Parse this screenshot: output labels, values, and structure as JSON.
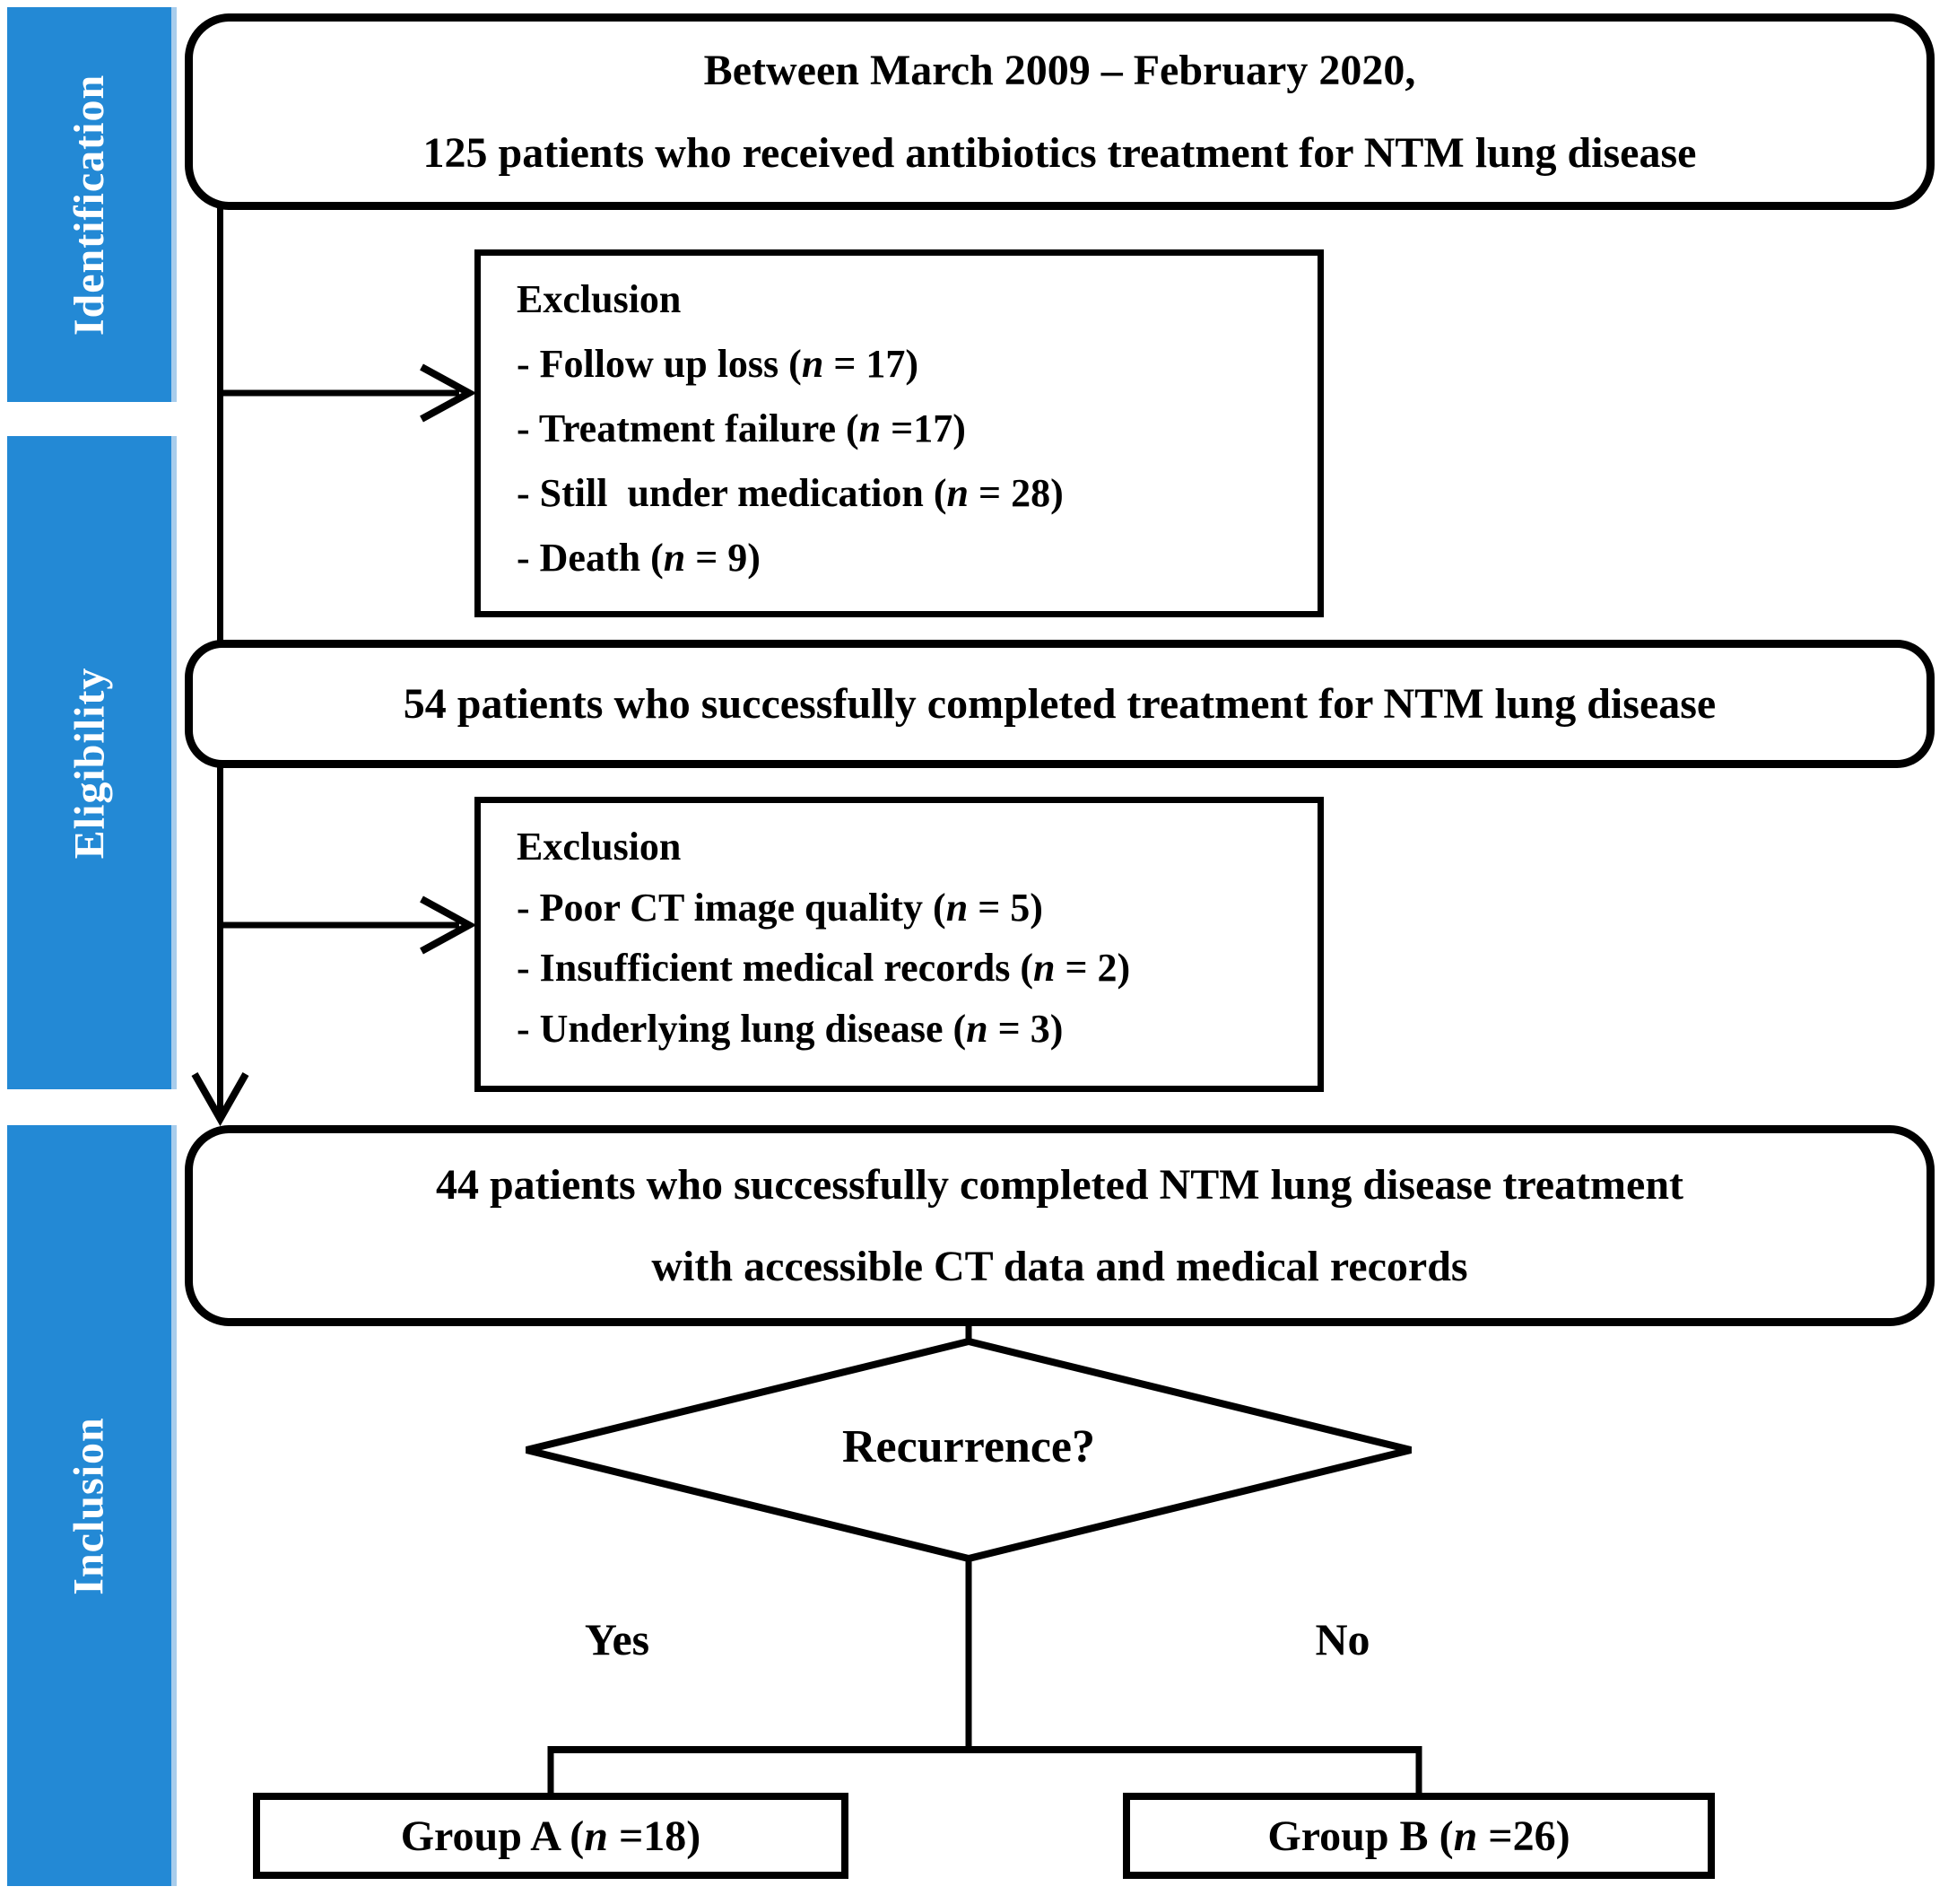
{
  "sidebar": {
    "accent_color": "#2389D5",
    "label_color": "#FFFFFF",
    "bands": [
      {
        "label": "Identification"
      },
      {
        "label": "Eligibility"
      },
      {
        "label": "Inclusion"
      }
    ]
  },
  "flow": {
    "identification_box": {
      "line1": "Between March 2009 – February 2020,",
      "line2": "125 patients who received antibiotics treatment for NTM lung disease"
    },
    "exclusion1": {
      "title": "Exclusion",
      "items": [
        "- Follow up loss (n = 17)",
        "- Treatment failure (n =17)",
        "- Still  under medication (n = 28)",
        "- Death (n = 9)"
      ]
    },
    "eligibility_box": {
      "text": "54 patients who successfully completed treatment for NTM lung disease"
    },
    "exclusion2": {
      "title": "Exclusion",
      "items": [
        "- Poor CT image quality (n = 5)",
        "- Insufficient medical records (n = 2)",
        "- Underlying lung disease (n = 3)"
      ]
    },
    "inclusion_box": {
      "line1": "44 patients who successfully completed NTM lung disease treatment",
      "line2": "with accessible CT data and medical records"
    },
    "decision": {
      "label": "Recurrence?"
    },
    "branch_yes": "Yes",
    "branch_no": "No",
    "group_a": "Group A (n =18)",
    "group_b": "Group B (n =26)"
  },
  "colors": {
    "line": "#000000",
    "box_fill": "#FFFFFF",
    "text": "#000000"
  }
}
